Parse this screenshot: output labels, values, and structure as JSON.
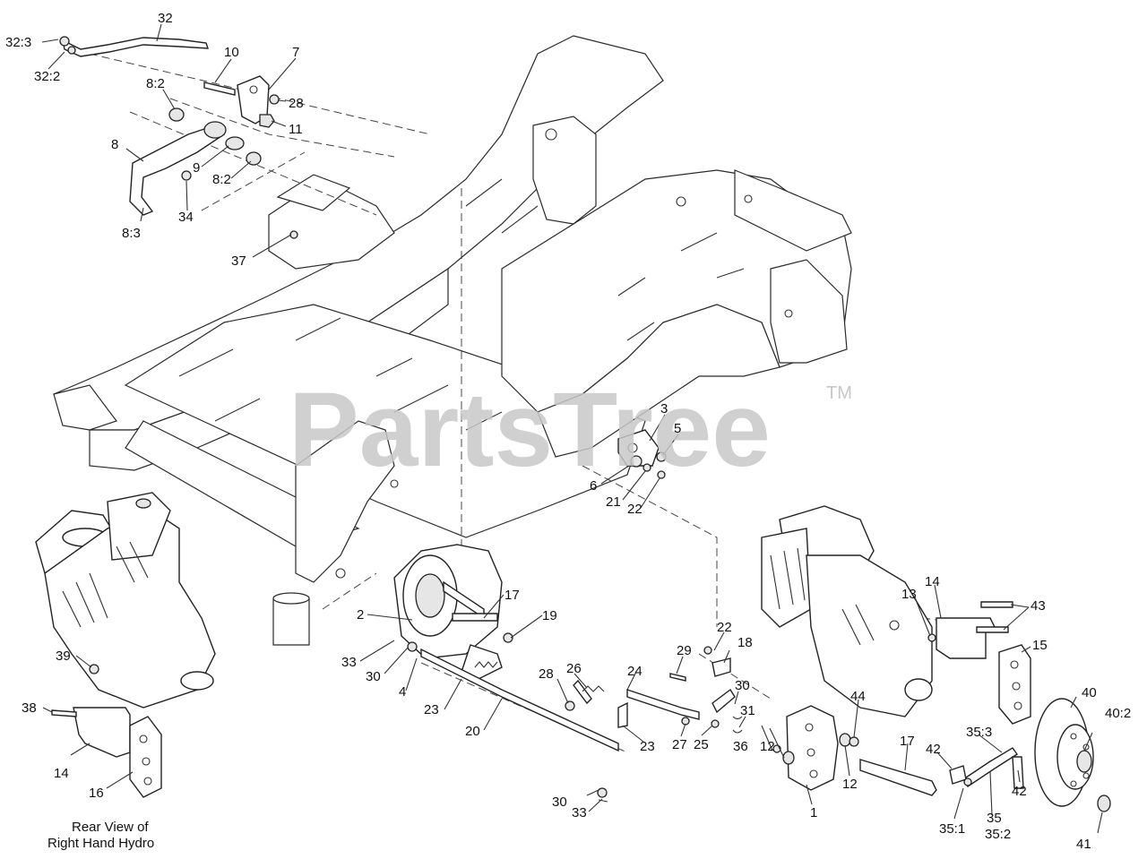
{
  "watermark": {
    "text": "PartsTree",
    "tm": "TM"
  },
  "caption": {
    "line1": "Rear View of",
    "line2": "Right Hand Hydro"
  },
  "callouts": {
    "c32": "32",
    "c32_3": "32:3",
    "c32_2": "32:2",
    "c10": "10",
    "c7": "7",
    "c8_2a": "8:2",
    "c28a": "28",
    "c11": "11",
    "c8": "8",
    "c9": "9",
    "c8_2b": "8:2",
    "c8_3": "8:3",
    "c34": "34",
    "c37": "37",
    "c3": "3",
    "c5": "5",
    "c6": "6",
    "c21": "21",
    "c22a": "22",
    "c39": "39",
    "c38": "38",
    "c14a": "14",
    "c16": "16",
    "c17a": "17",
    "c19": "19",
    "c2": "2",
    "c33a": "33",
    "c30a": "30",
    "c4": "4",
    "c23a": "23",
    "c20": "20",
    "c28b": "28",
    "c26": "26",
    "c24": "24",
    "c23b": "23",
    "c29": "29",
    "c22b": "22",
    "c18": "18",
    "c27": "27",
    "c25": "25",
    "c30b": "30",
    "c31": "31",
    "c36": "36",
    "c12a": "12",
    "c30c": "30",
    "c33b": "33",
    "c13": "13",
    "c14b": "14",
    "c43": "43",
    "c15": "15",
    "c44": "44",
    "c12b": "12",
    "c1": "1",
    "c17b": "17",
    "c42a": "42",
    "c35_3": "35:3",
    "c42b": "42",
    "c35_1": "35:1",
    "c35": "35",
    "c35_2": "35:2",
    "c40": "40",
    "c40_2": "40:2",
    "c41": "41"
  }
}
